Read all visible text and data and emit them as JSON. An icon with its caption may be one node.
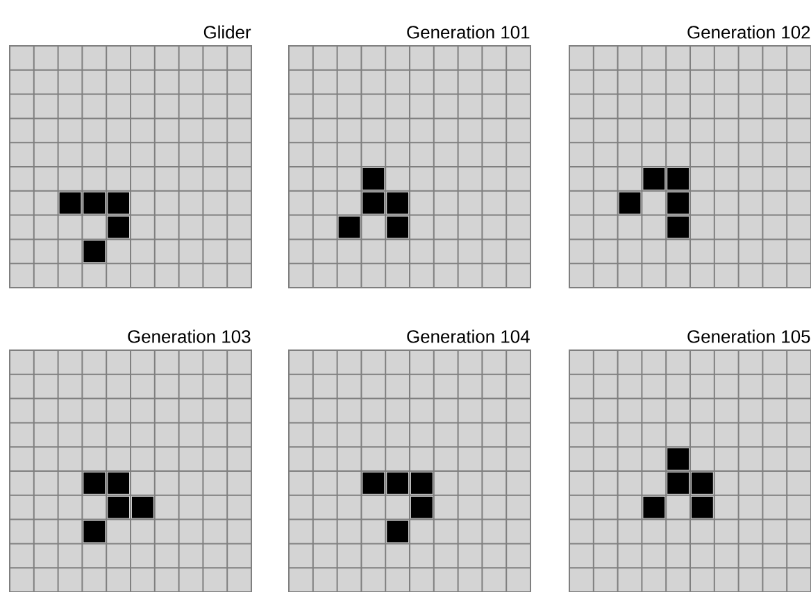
{
  "diagram": {
    "nodes": [
      {
        "text": [
          "Glider"
        ]
      },
      {
        "text": [
          "Generation 101"
        ]
      },
      {
        "text": [
          "Generation 102"
        ]
      },
      {
        "text": [
          "Generation 103"
        ]
      },
      {
        "text": [
          "Generation 104"
        ]
      },
      {
        "text": [
          "Generation 105"
        ]
      }
    ]
  }
}
